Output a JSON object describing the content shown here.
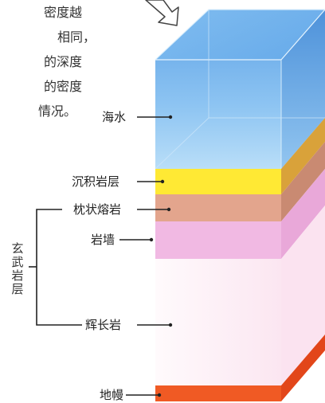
{
  "intro_text_lines": [
    "密度越",
    "相同，",
    "的深度",
    "的密度",
    "情况。"
  ],
  "layers": {
    "seawater": "海水",
    "sediment": "沉积岩层",
    "pillow_lava": "枕状熔岩",
    "dike": "岩墙",
    "gabbro": "辉长岩",
    "mantle": "地幔"
  },
  "group_label": "玄武岩层",
  "colors": {
    "seawater_front_top": "#6fb0ec",
    "seawater_front_bottom": "#a6d4f6",
    "sediment": "#ffe83a",
    "pillow_lava": "#e3a28a",
    "dike": "#f0b8e2",
    "gabbro": "#fff7fb",
    "mantle": "#f05a24"
  }
}
